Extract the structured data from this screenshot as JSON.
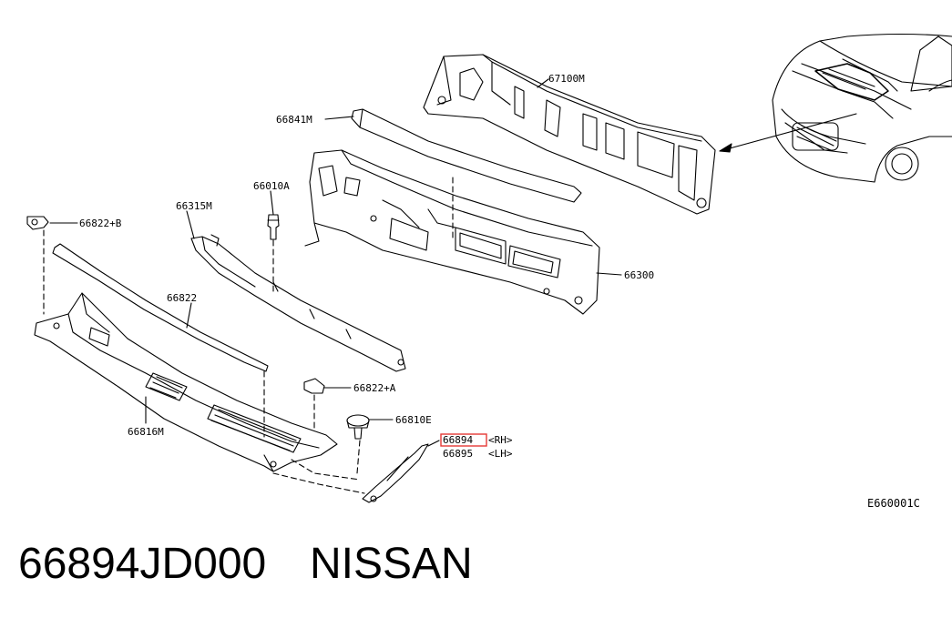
{
  "diagram": {
    "code": "E660001C",
    "highlight_color": "#e53935",
    "parts": {
      "p67100M": "67100M",
      "p66841M": "66841M",
      "p66010A": "66010A",
      "p66315M": "66315M",
      "p66822B": "66822+B",
      "p66822": "66822",
      "p66300": "66300",
      "p66822A": "66822+A",
      "p66810E": "66810E",
      "p66816M": "66816M",
      "p66894": "66894",
      "p66894_side": "<RH>",
      "p66895": "66895",
      "p66895_side": "<LH>"
    }
  },
  "footer": {
    "part_number": "66894JD000",
    "brand": "NISSAN"
  }
}
